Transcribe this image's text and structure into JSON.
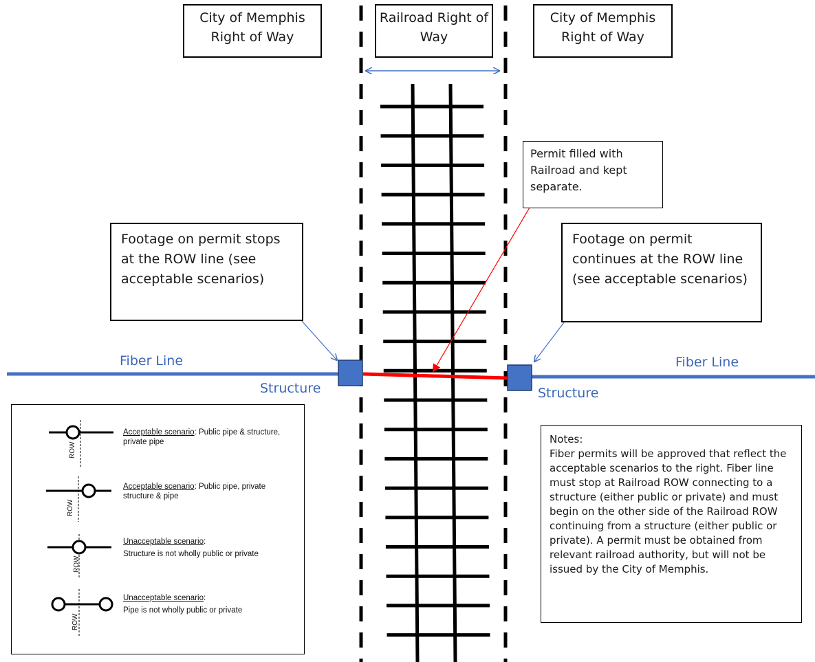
{
  "headers": {
    "left": "City of Memphis Right of Way",
    "center": "Railroad Right of Way",
    "right": "City of Memphis Right of Way"
  },
  "callouts": {
    "permit": "Permit filled with Railroad and kept separate.",
    "left": "Footage on permit stops at the ROW line (see acceptable scenarios)",
    "right": "Footage on permit continues at the ROW line (see acceptable scenarios)"
  },
  "fiber": {
    "left_label": "Fiber Line",
    "right_label": "Fiber Line",
    "structure_left": "Structure",
    "structure_right": "Structure"
  },
  "legend": {
    "row_label": "ROW",
    "scenarios": [
      {
        "title": "Acceptable scenario",
        "desc": ": Public pipe & structure, private pipe",
        "desc2": ""
      },
      {
        "title": "Acceptable scenario",
        "desc": ": Public pipe, private structure & pipe",
        "desc2": ""
      },
      {
        "title": "Unacceptable scenario",
        "desc": ":",
        "desc2": "Structure is not wholly public or private"
      },
      {
        "title": "Unacceptable scenario",
        "desc": ":",
        "desc2": "Pipe is not wholly public or private"
      }
    ]
  },
  "notes": {
    "heading": "Notes:",
    "body": "Fiber permits will be approved that reflect the acceptable scenarios to the right. Fiber line must stop at Railroad ROW connecting to a structure (either public or private) and must begin on the other side of the Railroad ROW continuing from a structure (either public or private). A permit must be obtained from relevant railroad authority, but will not be issued by the City of Memphis."
  },
  "colors": {
    "fiber": "#4472c4",
    "permit_line": "#ff0000",
    "structure": "#4472c4",
    "label_blue": "#3a66b8"
  }
}
